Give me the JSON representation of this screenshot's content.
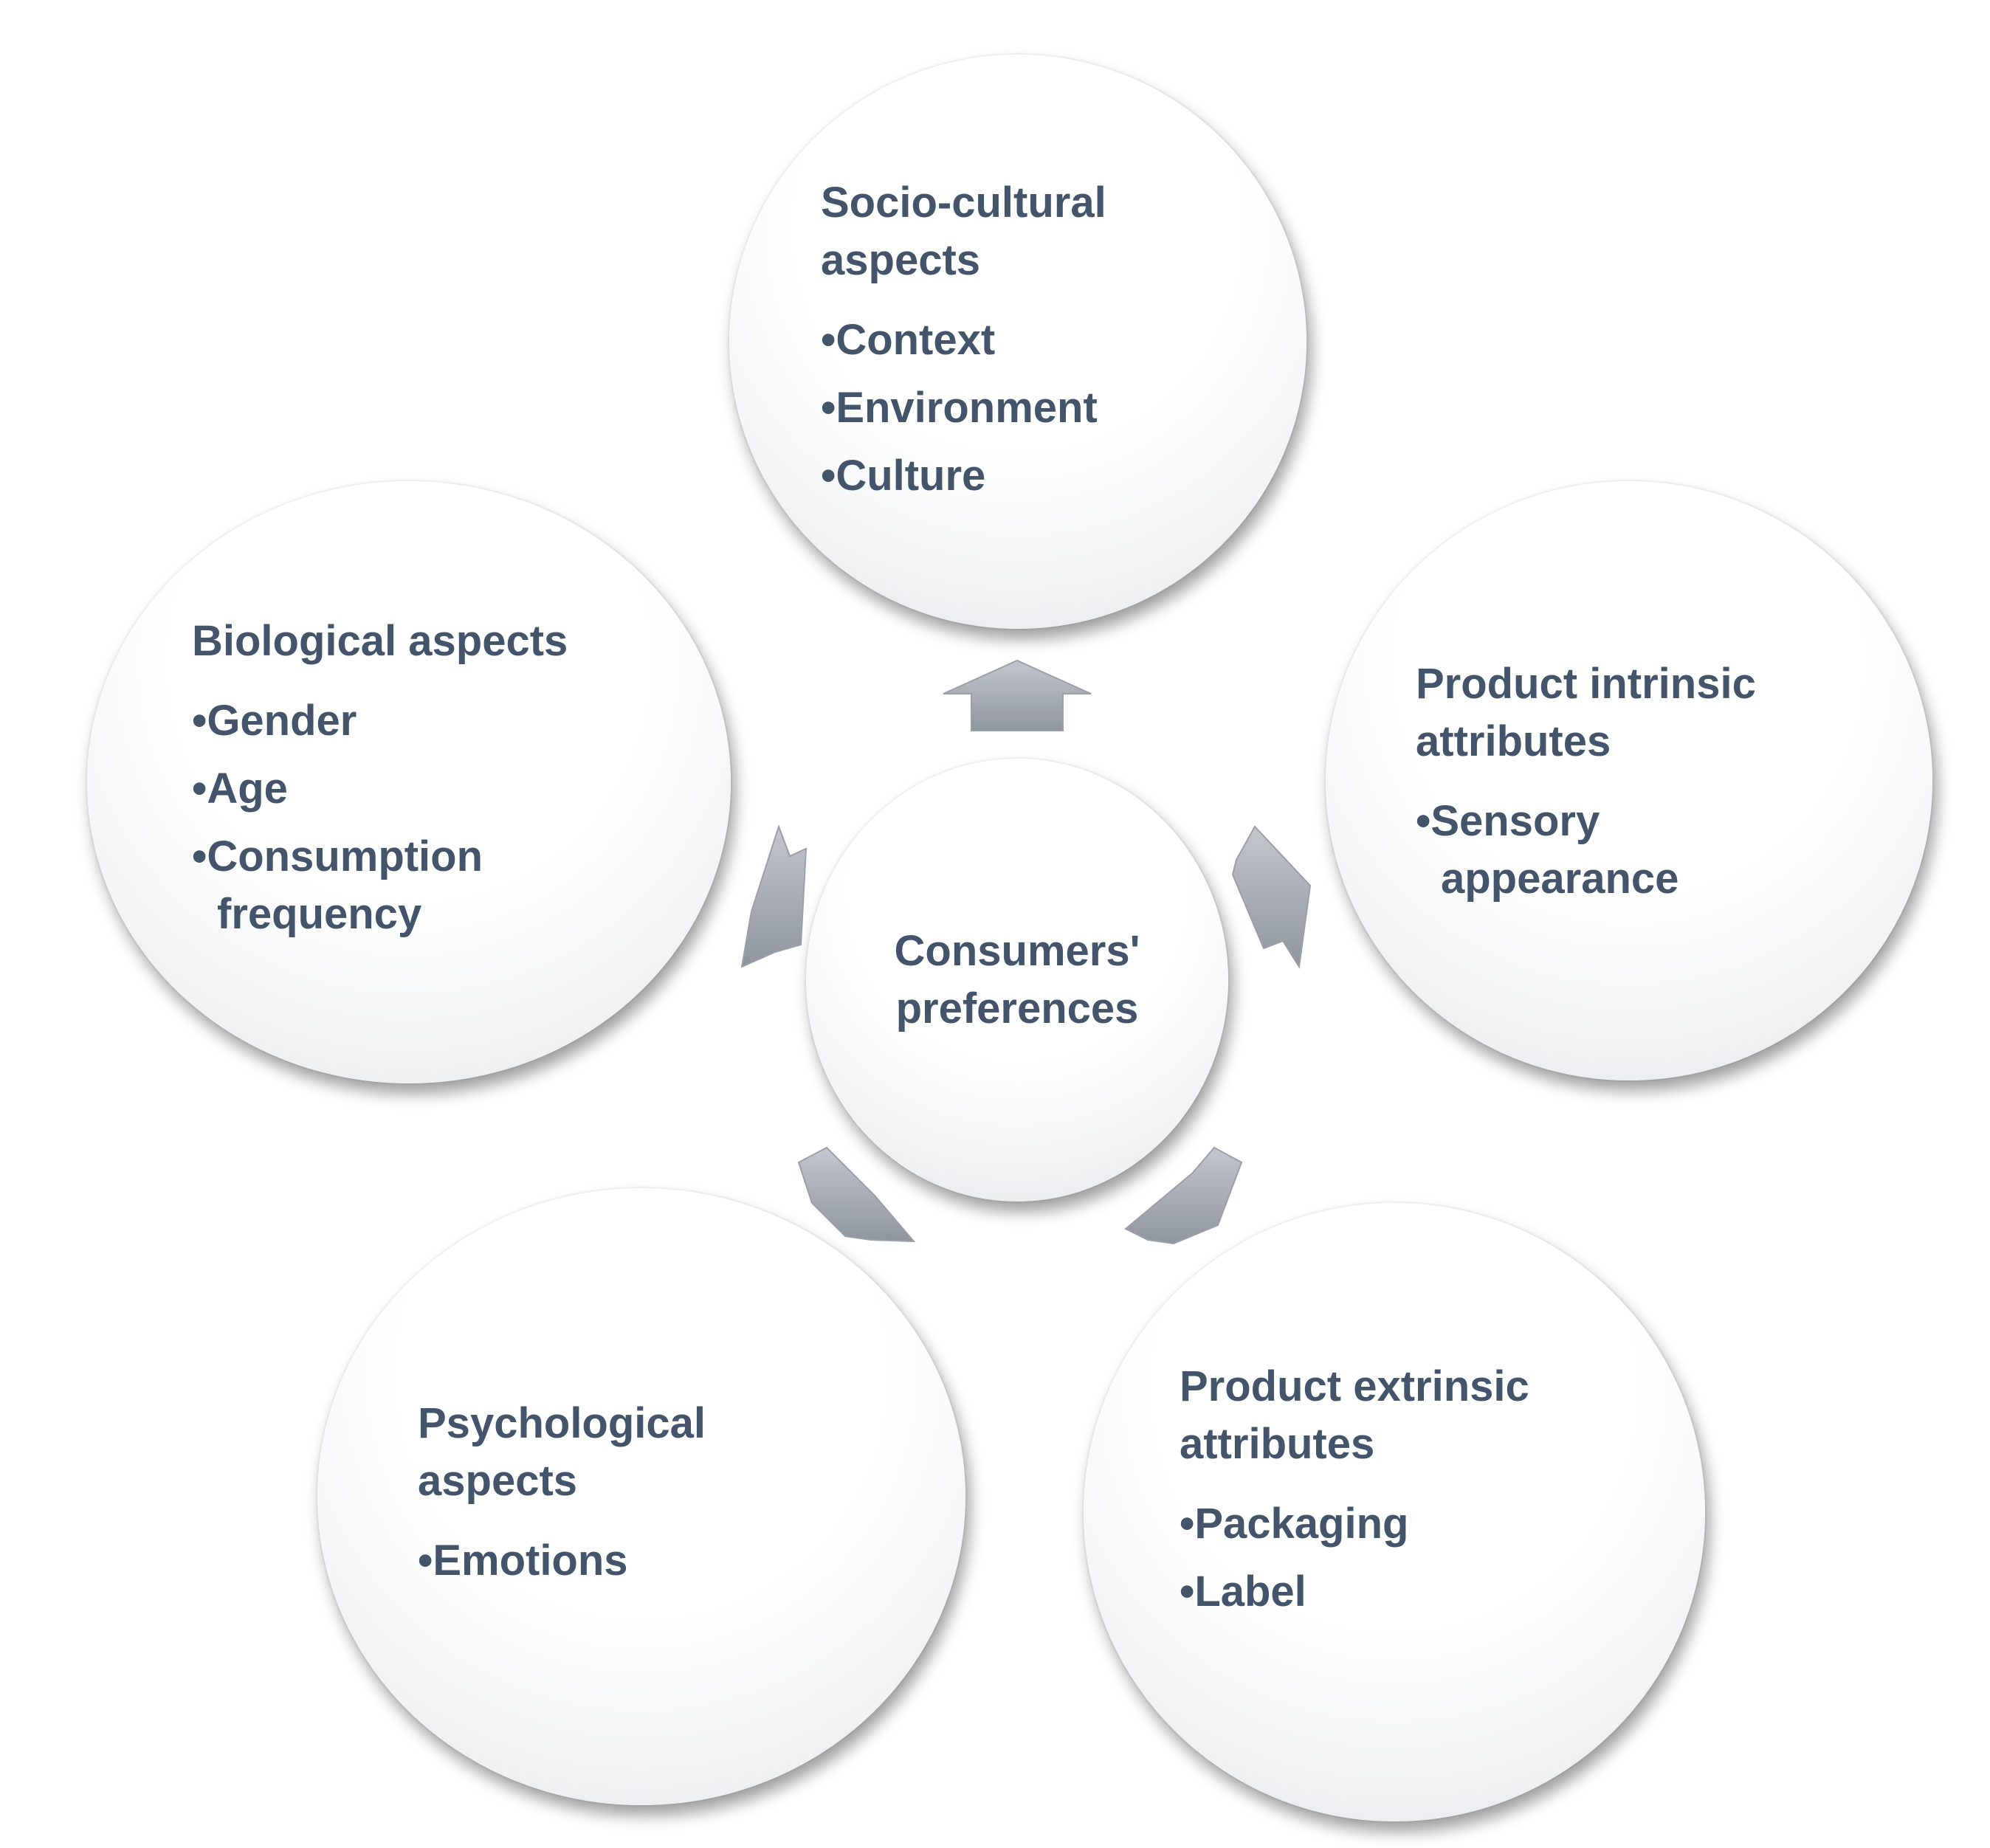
{
  "center": {
    "label": "Consumers'\npreferences"
  },
  "nodes": [
    {
      "heading": "Socio-cultural\naspects",
      "items": [
        "Context",
        "Environment",
        "Culture"
      ]
    },
    {
      "heading": "Product intrinsic\nattributes",
      "items": [
        "Sensory\nappearance"
      ]
    },
    {
      "heading": "Product extrinsic\nattributes",
      "items": [
        "Packaging",
        "Label"
      ]
    },
    {
      "heading": "Psychological\naspects",
      "items": [
        "Emotions"
      ]
    },
    {
      "heading": "Biological aspects",
      "items": [
        "Gender",
        "Age",
        "Consumption\nfrequency"
      ]
    }
  ],
  "colors": {
    "text": "#44546a",
    "arrow": "#a6abb3"
  }
}
